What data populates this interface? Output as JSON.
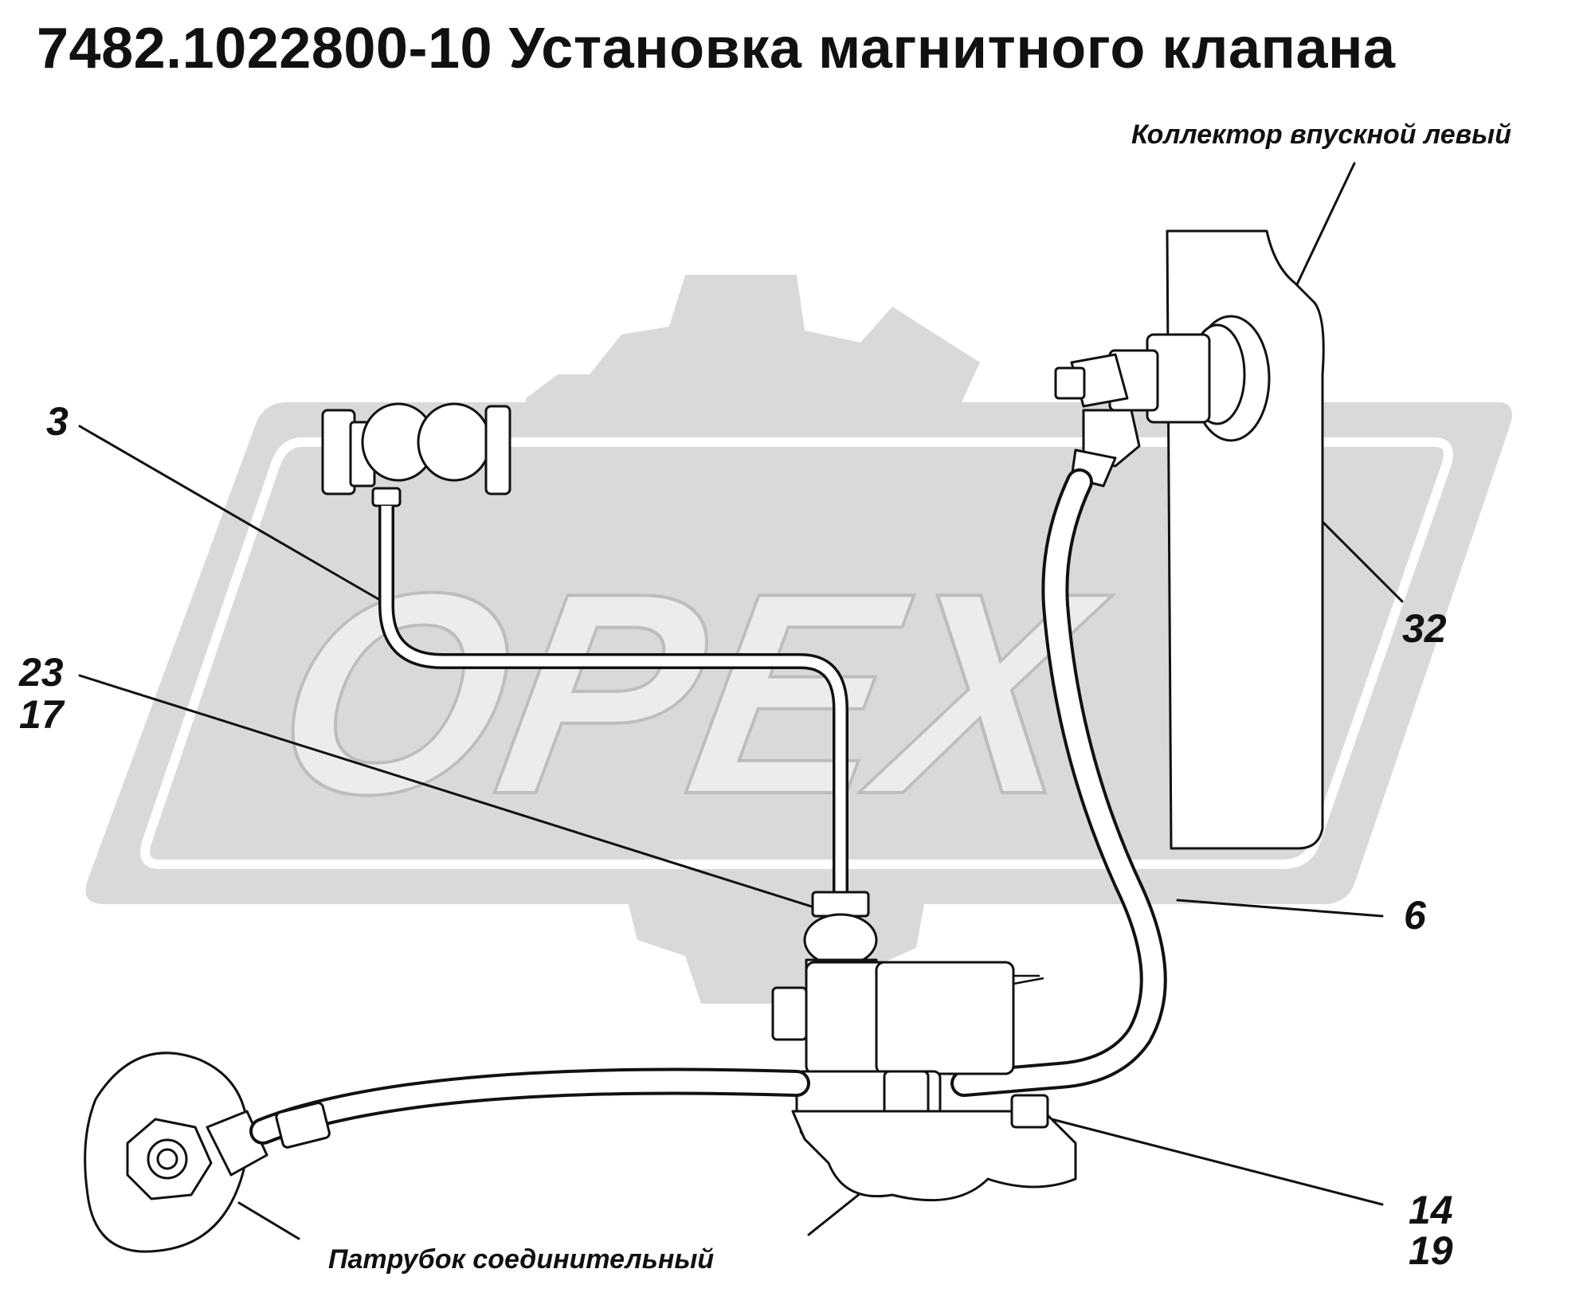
{
  "title": "7482.1022800-10 Установка магнитного клапана",
  "labels": {
    "manifold": "Коллектор впускной левый",
    "pipe_connector": "Патрубок соединительный"
  },
  "callouts": {
    "c3": "3",
    "c23": "23",
    "c17": "17",
    "c32": "32",
    "c6": "6",
    "c14": "14",
    "c19": "19"
  },
  "watermark": {
    "text": "OPEX",
    "color": "#d8d8d8"
  }
}
